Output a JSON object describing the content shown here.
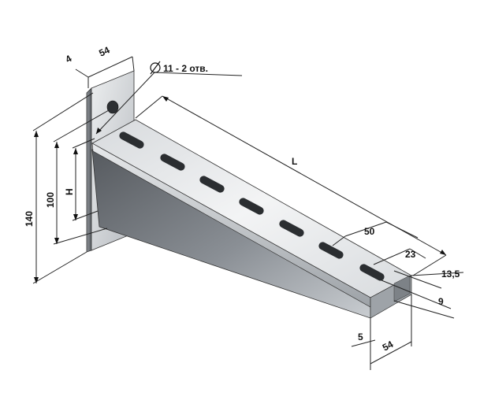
{
  "labels": {
    "thickness": "4",
    "plate_width": "54",
    "hole_note": "11 - 2 отв.",
    "height_total": "140",
    "height_holes": "100",
    "height_var": "H",
    "length": "L",
    "slot_pitch": "50",
    "slot_len": "23",
    "slot_offset": "13,5",
    "slot_width": "9",
    "flange": "5",
    "arm_width": "54"
  },
  "colors": {
    "metal_light": "#e6e8ea",
    "metal_mid": "#a9adb2",
    "metal_dark": "#6d7278",
    "metal_web_top": "#5f656b",
    "metal_web_bottom": "#c4c8cc",
    "slot": "#2b2e31",
    "line": "#222222"
  }
}
